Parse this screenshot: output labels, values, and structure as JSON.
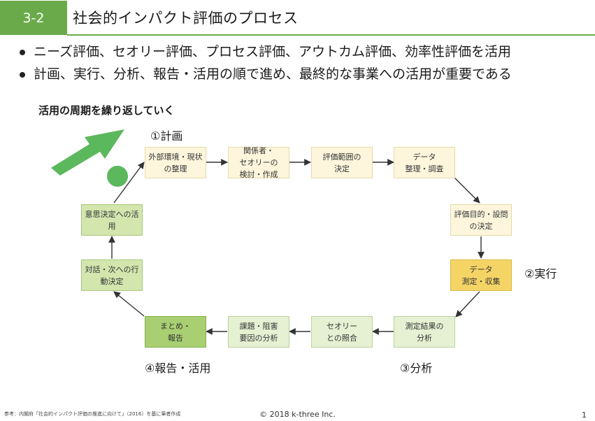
{
  "header": {
    "section_number": "3-2",
    "title": "社会的インパクト評価のプロセス"
  },
  "bullets": [
    "ニーズ評価、セオリー評価、プロセス評価、アウトカム評価、効率性評価を活用",
    "計画、実行、分析、報告・活用の順で進め、最終的な事業への活用が重要である"
  ],
  "cycle_title": "活用の周期を繰り返していく",
  "phases": {
    "plan": "①計画",
    "execute": "②実行",
    "analyze": "③分析",
    "report": "④報告・活用"
  },
  "steps": [
    {
      "label": "外部環境・現状\nの整理"
    },
    {
      "label": "関係者・\nセオリーの\n検討・作成"
    },
    {
      "label": "評価範囲の\n決定"
    },
    {
      "label": "データ\n整理・調査"
    },
    {
      "label": "評価目的・設問\nの決定"
    },
    {
      "label": "データ\n測定・収集"
    },
    {
      "label": "測定結果の\n分析"
    },
    {
      "label": "セオリー\nとの照合"
    },
    {
      "label": "課題・阻害\n要因の分析"
    },
    {
      "label": "まとめ・\n報告"
    },
    {
      "label": "対話・次への行\n動決定"
    },
    {
      "label": "意思決定への活\n用"
    }
  ],
  "colors": {
    "accent": "#6aaa4a",
    "plan": "#fdf6dc",
    "execute": "#f5d466",
    "analyze": "#e6f0d2",
    "report": "#a8cf72",
    "arrow": "#5cb85c"
  },
  "footer": {
    "note": "参考：内閣府「社会的インパクト評価の推進に向けて」（2016）を基に筆者作成",
    "copyright": "© 2018 k-three Inc.",
    "page": "1"
  }
}
